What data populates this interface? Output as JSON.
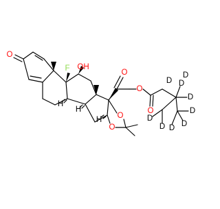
{
  "molecule": {
    "atom_labels": {
      "ketone_oxygen": "O",
      "hydroxyl": "OH",
      "fluorine": "F",
      "c20_oxygen": "O",
      "ester_oxygen": "O",
      "ester_carbonyl_oxygen": "O",
      "ring_oxygen_1": "O",
      "ring_oxygen_2": "O",
      "h_8": "H",
      "h_14": "H",
      "h_16": "H",
      "deuterium_1": "D",
      "deuterium_2": "D",
      "deuterium_3": "D",
      "deuterium_4": "D",
      "deuterium_5": "D",
      "deuterium_6": "D",
      "deuterium_7": "D",
      "deuterium_8": "D",
      "deuterium_9": "D"
    },
    "colors": {
      "oxygen": "#ff0d0d",
      "fluorine": "#8fdb4f",
      "stereo_hydrogen": "#000000",
      "deuterium": "#000000",
      "bond": "#000000"
    }
  }
}
